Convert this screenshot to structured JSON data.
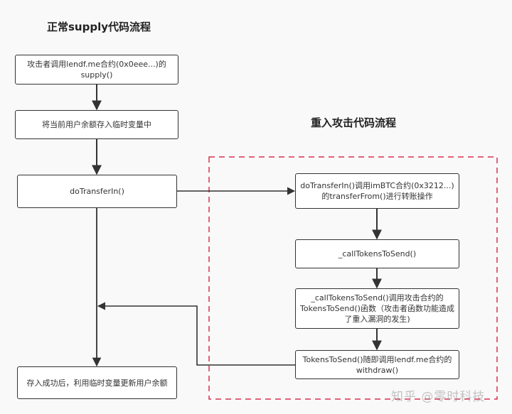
{
  "diagram": {
    "left_section": {
      "title": "正常supply代码流程",
      "nodes": [
        {
          "id": "A",
          "label": "攻击者调用lendf.me合约(0x0eee...)的supply()"
        },
        {
          "id": "B",
          "label": "将当前用户余额存入临时变量中"
        },
        {
          "id": "C",
          "label": "doTransferIn()"
        },
        {
          "id": "D",
          "label": "存入成功后，利用临时变量更新用户余额"
        }
      ]
    },
    "right_section": {
      "title": "重入攻击代码流程",
      "nodes": [
        {
          "id": "E",
          "label": "doTransferIn()调用imBTC合约(0x3212...)的transferFrom()进行转账操作"
        },
        {
          "id": "F",
          "label": "_callTokensToSend()"
        },
        {
          "id": "G",
          "label": "_callTokensToSend()调用攻击合约的TokensToSend()函数（攻击者函数功能造成了重入漏洞的发生)"
        },
        {
          "id": "H",
          "label": "TokensToSend()随即调用lendf.me合约的withdraw()"
        }
      ]
    },
    "edges": [
      {
        "from": "A",
        "to": "B"
      },
      {
        "from": "B",
        "to": "C"
      },
      {
        "from": "C",
        "to": "E"
      },
      {
        "from": "C",
        "to": "D"
      },
      {
        "from": "E",
        "to": "F"
      },
      {
        "from": "F",
        "to": "G"
      },
      {
        "from": "G",
        "to": "H"
      },
      {
        "from": "H",
        "to": "C-D-line"
      }
    ],
    "colors": {
      "line": "#333333",
      "dashed_group_border": "#d9304f",
      "background": "#f9f9f9",
      "node_fill": "#ffffff"
    }
  },
  "watermark": "知乎 @零时科技"
}
